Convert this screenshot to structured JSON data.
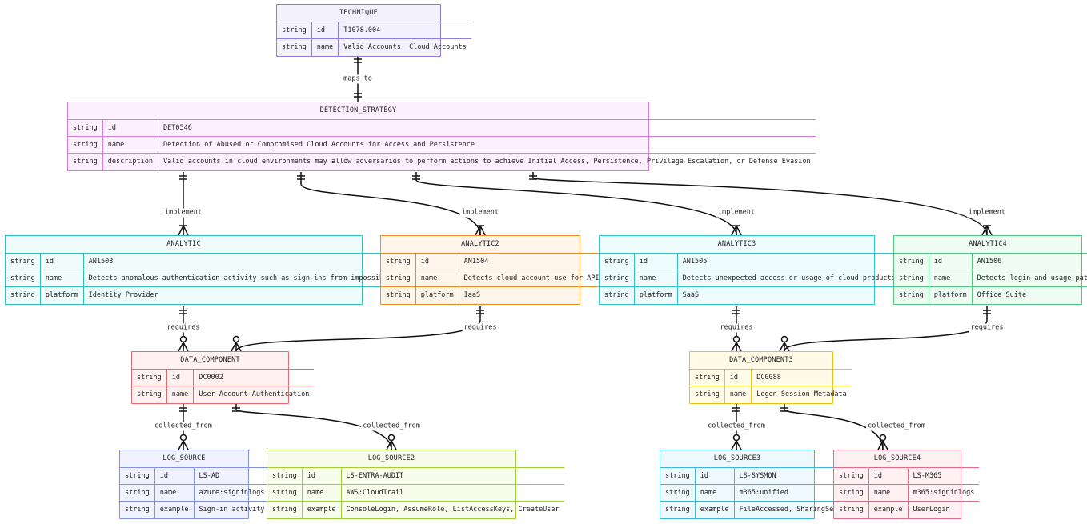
{
  "entities": {
    "technique": {
      "name": "TECHNIQUE",
      "color": "#8e7ce0",
      "bg": "#f4f1ff",
      "rows": [
        {
          "type": "string",
          "field": "id",
          "value": "T1078.004"
        },
        {
          "type": "string",
          "field": "name",
          "value": "Valid Accounts: Cloud Accounts"
        }
      ]
    },
    "detection_strategy": {
      "name": "DETECTION_STRATEGY",
      "color": "#d97be0",
      "bg": "#fdf0fe",
      "rows": [
        {
          "type": "string",
          "field": "id",
          "value": "DET0546"
        },
        {
          "type": "string",
          "field": "name",
          "value": "Detection of Abused or Compromised Cloud Accounts for Access and Persistence"
        },
        {
          "type": "string",
          "field": "description",
          "value": "Valid accounts in cloud environments may allow adversaries to perform actions to achieve Initial Access, Persistence, Privilege Escalation, or Defense Evasion"
        }
      ]
    },
    "analytic": {
      "name": "ANALYTIC",
      "color": "#2fbfbf",
      "bg": "#effcfb",
      "rows": [
        {
          "type": "string",
          "field": "id",
          "value": "AN1503"
        },
        {
          "type": "string",
          "field": "name",
          "value": "Detects anomalous authentication activity such as sign-ins from impossible geolocations"
        },
        {
          "type": "string",
          "field": "platform",
          "value": "Identity Provider"
        }
      ]
    },
    "analytic2": {
      "name": "ANALYTIC2",
      "color": "#f08a24",
      "bg": "#fff5ea",
      "rows": [
        {
          "type": "string",
          "field": "id",
          "value": "AN1504"
        },
        {
          "type": "string",
          "field": "name",
          "value": "Detects cloud account use for API calls"
        },
        {
          "type": "string",
          "field": "platform",
          "value": "IaaS"
        }
      ]
    },
    "analytic3": {
      "name": "ANALYTIC3",
      "color": "#2fc4cf",
      "bg": "#eefcfd",
      "rows": [
        {
          "type": "string",
          "field": "id",
          "value": "AN1505"
        },
        {
          "type": "string",
          "field": "name",
          "value": "Detects unexpected access or usage of cloud productivity tools"
        },
        {
          "type": "string",
          "field": "platform",
          "value": "SaaS"
        }
      ]
    },
    "analytic4": {
      "name": "ANALYTIC4",
      "color": "#4cc97a",
      "bg": "#effcf3",
      "rows": [
        {
          "type": "string",
          "field": "id",
          "value": "AN1506"
        },
        {
          "type": "string",
          "field": "name",
          "value": "Detects login and usage patterns..."
        },
        {
          "type": "string",
          "field": "platform",
          "value": "Office Suite"
        }
      ]
    },
    "data_component": {
      "name": "DATA_COMPONENT",
      "color": "#e36b6b",
      "bg": "#fff1f1",
      "rows": [
        {
          "type": "string",
          "field": "id",
          "value": "DC0002"
        },
        {
          "type": "string",
          "field": "name",
          "value": "User Account Authentication"
        }
      ]
    },
    "data_component3": {
      "name": "DATA_COMPONENT3",
      "color": "#e8c21c",
      "bg": "#fffbe6",
      "rows": [
        {
          "type": "string",
          "field": "id",
          "value": "DC0088"
        },
        {
          "type": "string",
          "field": "name",
          "value": "Logon Session Metadata"
        }
      ]
    },
    "log_source": {
      "name": "LOG_SOURCE",
      "color": "#7f93e6",
      "bg": "#f0f3ff",
      "rows": [
        {
          "type": "string",
          "field": "id",
          "value": "LS-AD"
        },
        {
          "type": "string",
          "field": "name",
          "value": "azure:signinlogs"
        },
        {
          "type": "string",
          "field": "example",
          "value": "Sign-in activity"
        }
      ]
    },
    "log_source2": {
      "name": "LOG_SOURCE2",
      "color": "#9bd136",
      "bg": "#f7fdea",
      "rows": [
        {
          "type": "string",
          "field": "id",
          "value": "LS-ENTRA-AUDIT"
        },
        {
          "type": "string",
          "field": "name",
          "value": "AWS:CloudTrail"
        },
        {
          "type": "string",
          "field": "example",
          "value": "ConsoleLogin, AssumeRole, ListAccessKeys, CreateUser"
        }
      ]
    },
    "log_source3": {
      "name": "LOG_SOURCE3",
      "color": "#3fb6d8",
      "bg": "#eef9fd",
      "rows": [
        {
          "type": "string",
          "field": "id",
          "value": "LS-SYSMON"
        },
        {
          "type": "string",
          "field": "name",
          "value": "m365:unified"
        },
        {
          "type": "string",
          "field": "example",
          "value": "FileAccessed, SharingSet"
        }
      ]
    },
    "log_source4": {
      "name": "LOG_SOURCE4",
      "color": "#e56a83",
      "bg": "#fff0f3",
      "rows": [
        {
          "type": "string",
          "field": "id",
          "value": "LS-M365"
        },
        {
          "type": "string",
          "field": "name",
          "value": "m365:signinlogs"
        },
        {
          "type": "string",
          "field": "example",
          "value": "UserLogin"
        }
      ]
    }
  },
  "relationships": {
    "maps_to": "maps_to",
    "implement_1": "implement",
    "implement_2": "implement",
    "implement_3": "implement",
    "implement_4": "implement",
    "requires_1": "requires",
    "requires_2": "requires",
    "requires_3": "requires",
    "requires_4": "requires",
    "collected_from_1": "collected_from",
    "collected_from_2": "collected_from",
    "collected_from_3": "collected_from",
    "collected_from_4": "collected_from"
  }
}
